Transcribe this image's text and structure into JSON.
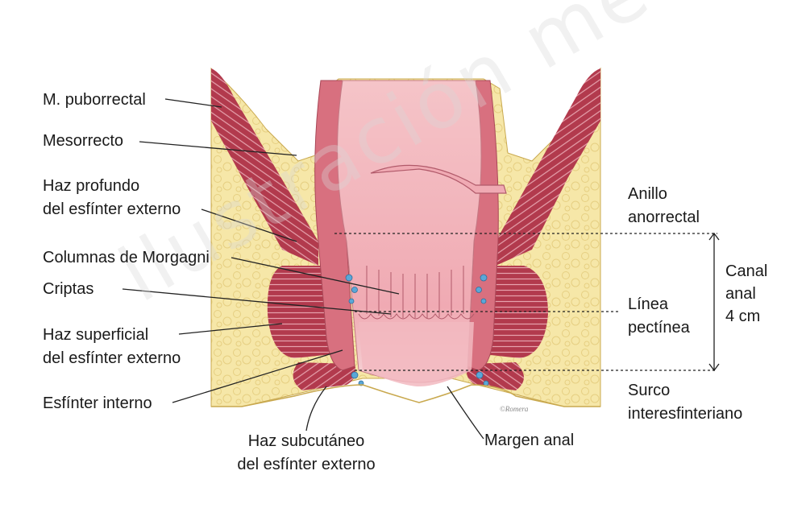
{
  "labels": {
    "puborrectal": "M. puborrectal",
    "mesorrecto": "Mesorrecto",
    "haz_profundo_1": "Haz profundo",
    "haz_profundo_2": "del esfínter externo",
    "columnas": "Columnas de Morgagni",
    "criptas": "Criptas",
    "haz_superficial_1": "Haz superficial",
    "haz_superficial_2": "del esfínter externo",
    "esfinter_interno": "Esfínter interno",
    "haz_subcutaneo_1": "Haz subcutáneo",
    "haz_subcutaneo_2": "del esfínter externo",
    "margen_anal": "Margen anal",
    "anillo_1": "Anillo",
    "anillo_2": "anorrectal",
    "linea_1": "Línea",
    "linea_2": "pectínea",
    "surco_1": "Surco",
    "surco_2": "interesfinteriano",
    "canal_1": "Canal",
    "canal_2": "anal",
    "canal_3": "4 cm"
  },
  "credit": "©Romera",
  "watermark": "ilustración médica",
  "colors": {
    "fat": "#f6e7a8",
    "muscle": "#b23a4d",
    "mucosa": "#f2b9c0",
    "wall": "#d8707f",
    "vessel": "#5aa7d8"
  }
}
